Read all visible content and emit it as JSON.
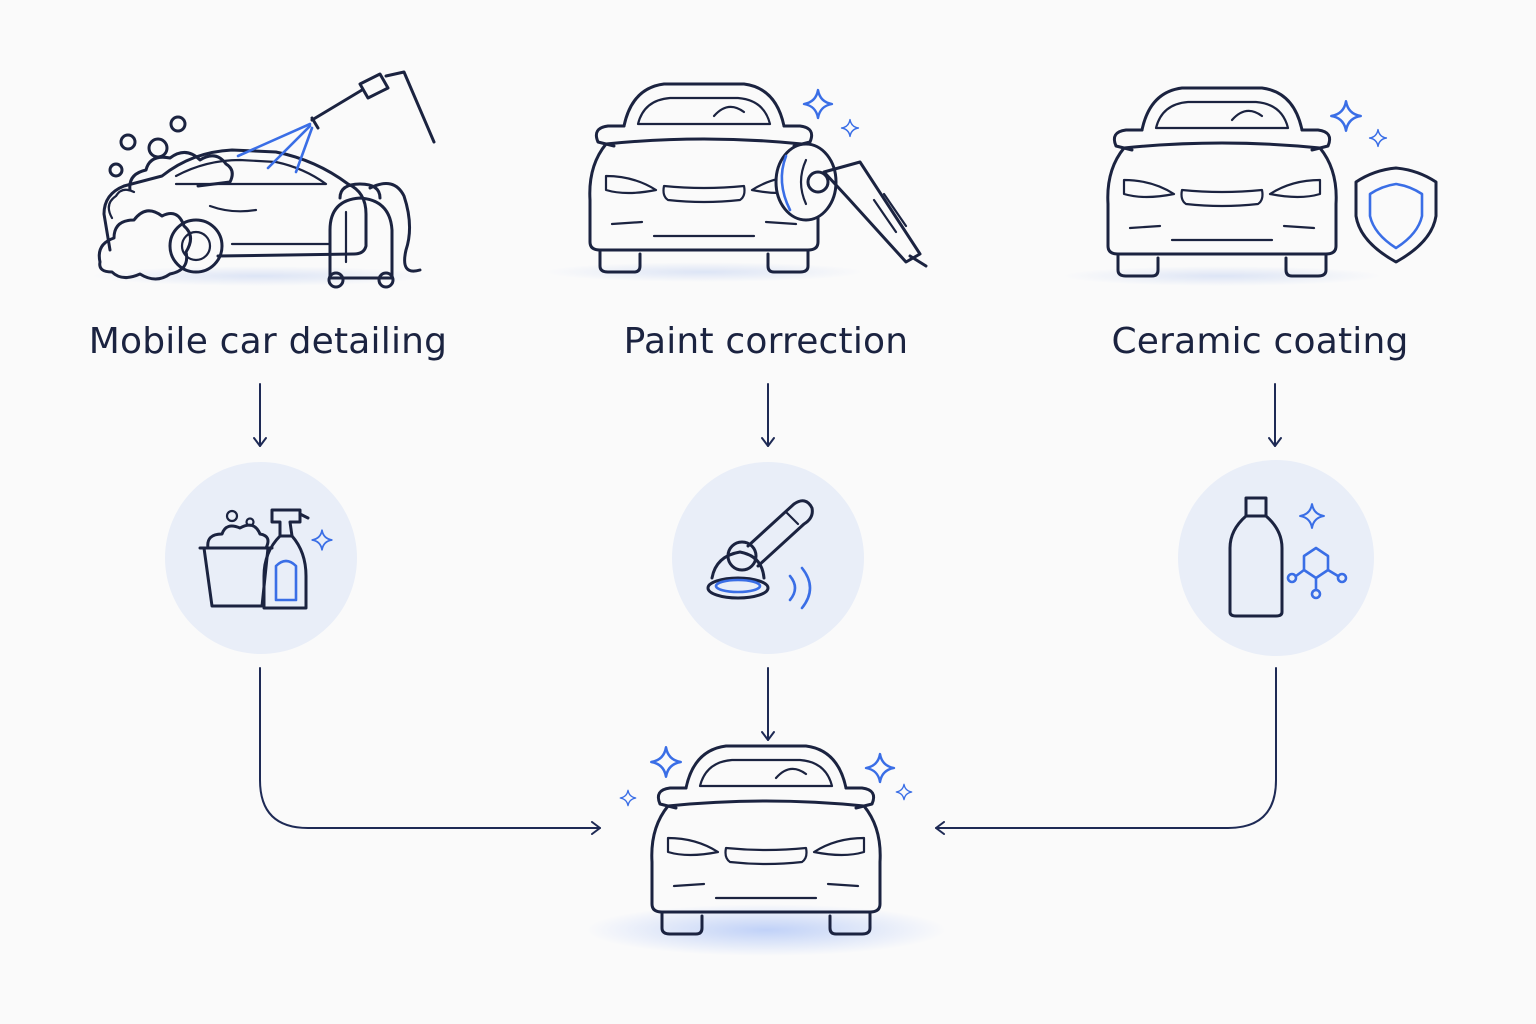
{
  "services": [
    {
      "label": "Mobile car detailing",
      "icon": "foam-wash-car-icon",
      "tool_icon": "bucket-and-spray-bottle-icon"
    },
    {
      "label": "Paint correction",
      "icon": "polisher-car-icon",
      "tool_icon": "rotary-polisher-icon"
    },
    {
      "label": "Ceramic coating",
      "icon": "shield-car-icon",
      "tool_icon": "coating-bottle-icon"
    }
  ],
  "result": {
    "icon": "sparkling-car-icon"
  },
  "colors": {
    "ink": "#1b2340",
    "accent": "#3a6ee6",
    "circle_fill": "#e9eef8",
    "background": "#fafafa"
  }
}
